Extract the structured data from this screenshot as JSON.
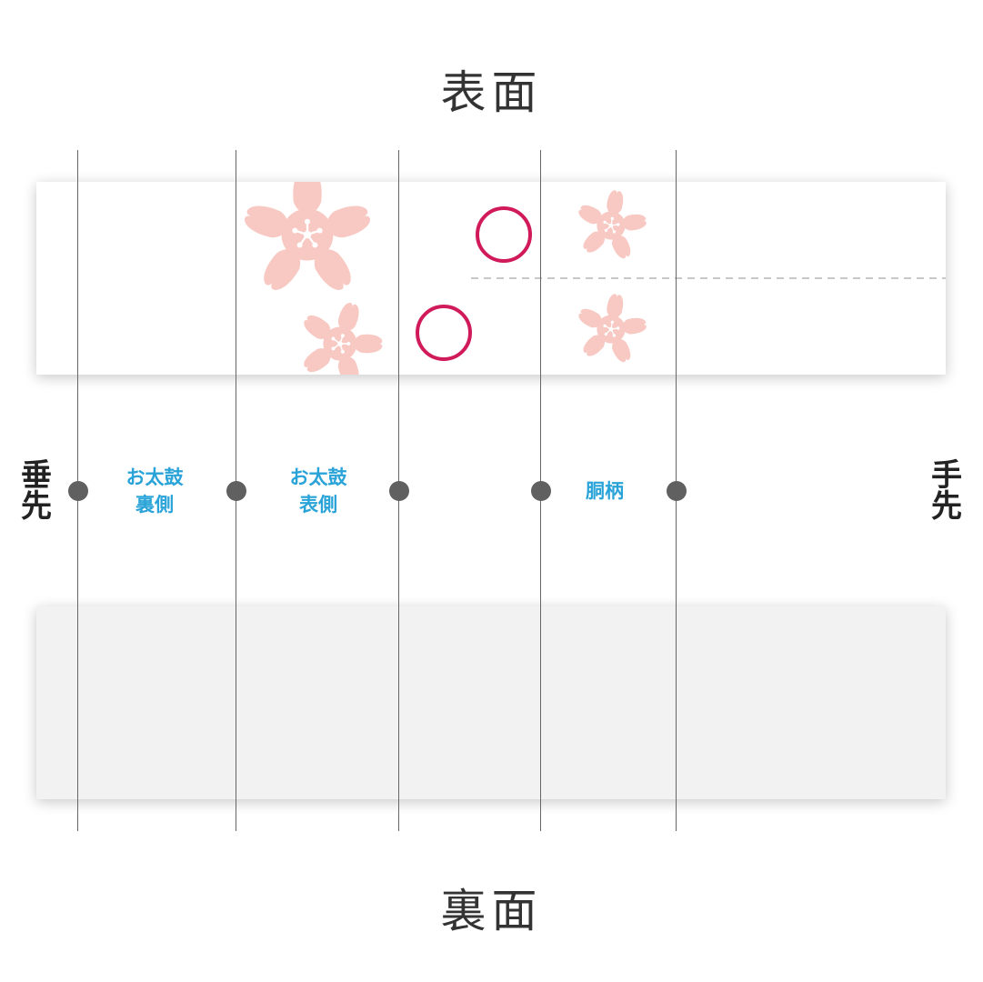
{
  "headings": {
    "front": "表面",
    "back": "裏面"
  },
  "ends": {
    "left": [
      "垂",
      "先"
    ],
    "right": [
      "手",
      "先"
    ]
  },
  "sections": [
    {
      "line1": "お太鼓",
      "line2": "裏側"
    },
    {
      "line1": "お太鼓",
      "line2": "表側"
    },
    {
      "line1": "胴柄",
      "line2": ""
    }
  ],
  "colors": {
    "blossom": "#f8c8c3",
    "circle_mark": "#d01a5a",
    "label_blue": "#29a3d8",
    "guide_line": "#666666",
    "back_panel": "#f2f2f2"
  },
  "icons": {
    "flower": "sakura-blossom-icon",
    "mark": "circle-mark-icon"
  }
}
